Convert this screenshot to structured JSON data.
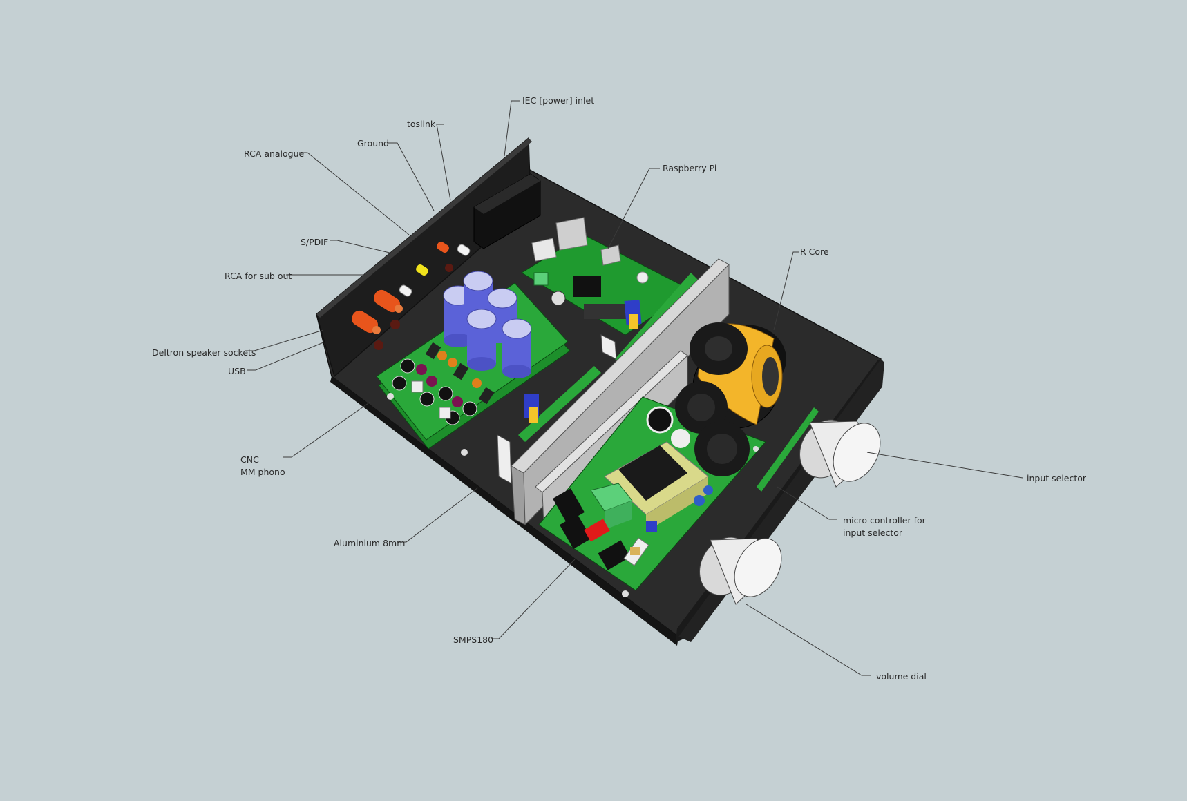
{
  "diagram": {
    "labels": {
      "iec_inlet": "IEC [power] inlet",
      "toslink": "toslink",
      "ground": "Ground",
      "rca_analogue": "RCA analogue",
      "raspberry_pi": "Raspberry Pi",
      "spdif": "S/PDIF",
      "rca_sub_out": "RCA for sub out",
      "r_core": "R Core",
      "deltron_sockets": "Deltron speaker sockets",
      "usb": "USB",
      "cnc": "CNC",
      "mm_phono": "MM phono",
      "input_selector": "input selector",
      "micro_controller_1": "micro controller for",
      "micro_controller_2": "input selector",
      "aluminium": "Aluminium 8mm",
      "smps": "SMPS180",
      "volume_dial": "volume dial"
    }
  }
}
